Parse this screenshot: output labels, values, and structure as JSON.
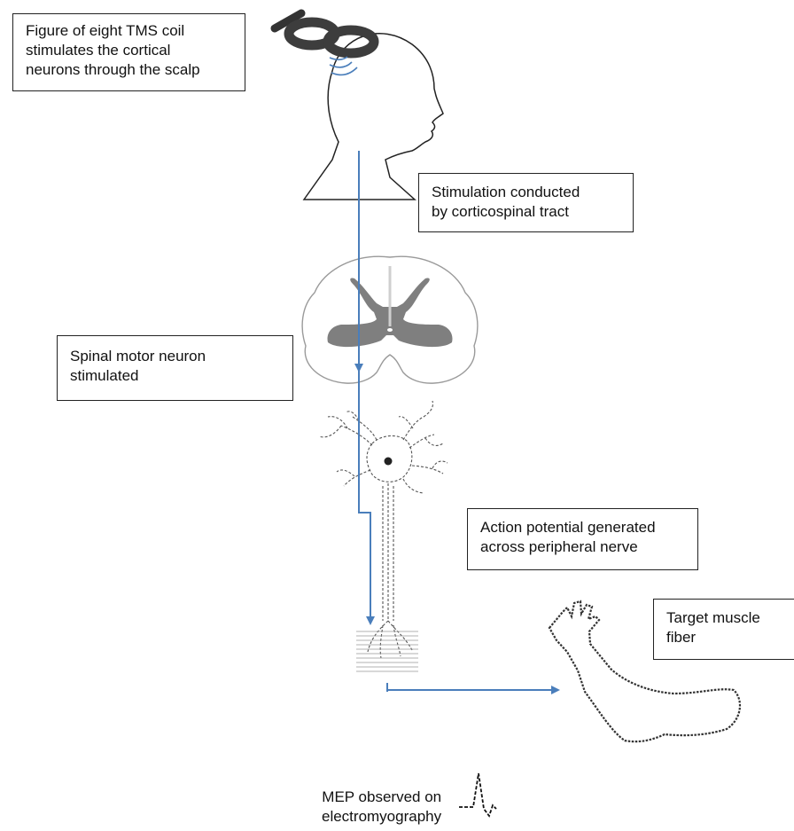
{
  "labels": {
    "tms_coil": [
      "Figure of eight TMS coil",
      "stimulates the cortical",
      "neurons through the scalp"
    ],
    "corticospinal": [
      "Stimulation conducted",
      "by corticospinal tract"
    ],
    "spinal_motor": [
      "Spinal motor neuron",
      "stimulated"
    ],
    "action_potential": [
      "Action potential generated",
      "across peripheral nerve"
    ],
    "target_muscle": [
      "Target muscle",
      "fiber"
    ],
    "mep": [
      "MEP observed on",
      "electromyography"
    ]
  },
  "colors": {
    "arrow": "#4a7ebb",
    "grey_matter": "#7f7f7f",
    "outline": "#222222"
  },
  "icons": [
    "tms-coil-icon",
    "head-silhouette-icon",
    "spinal-cord-cross-section-icon",
    "motor-neuron-icon",
    "muscle-fiber-icon",
    "arm-icon",
    "mep-waveform-icon"
  ]
}
